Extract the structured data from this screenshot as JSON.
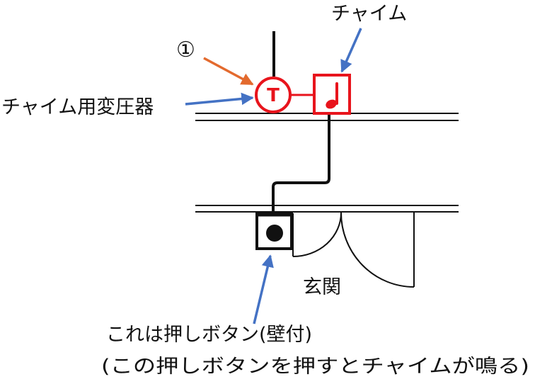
{
  "labels": {
    "number": "①",
    "chime": "チャイム",
    "transformer": "チャイム用変圧器",
    "entrance": "玄関",
    "button_line1": "これは押しボタン(壁付)",
    "button_line2": "(この押しボタンを押すとチャイムが鳴る)"
  },
  "symbols": {
    "transformer_letter": "T",
    "chime_icon": "music-note-icon"
  },
  "colors": {
    "symbol_red": "#e8141c",
    "arrow_blue": "#4472c4",
    "arrow_orange": "#e36a2e",
    "line_black": "#111111"
  }
}
